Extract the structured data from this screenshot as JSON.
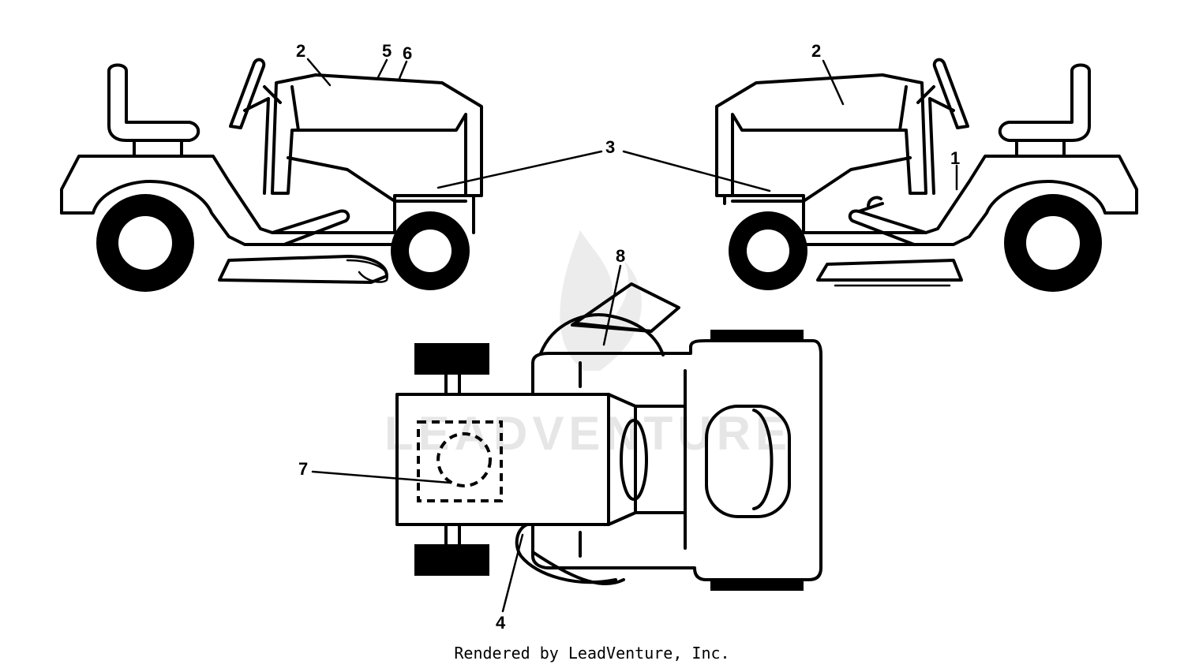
{
  "watermark": "LEADVENTURE",
  "credit": "Rendered by LeadVenture, Inc.",
  "callouts": {
    "c1": "1",
    "c2_left": "2",
    "c2_right": "2",
    "c3": "3",
    "c4": "4",
    "c5": "5",
    "c6": "6",
    "c7": "7",
    "c8": "8"
  }
}
